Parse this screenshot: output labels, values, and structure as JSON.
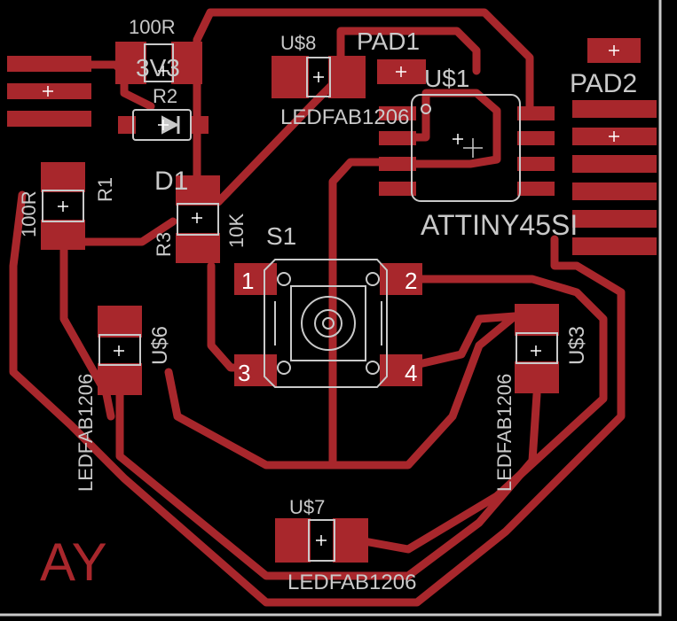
{
  "board": {
    "initials": "AY"
  },
  "components": {
    "r2": {
      "designator": "R2",
      "value": "100R",
      "package_label": "3V3"
    },
    "u8": {
      "designator": "U$8",
      "package": "LEDFAB1206"
    },
    "pad1": {
      "designator": "PAD1"
    },
    "u1": {
      "designator": "U$1",
      "package": "ATTINY45SI"
    },
    "pad2": {
      "designator": "PAD2"
    },
    "r1": {
      "designator": "R1",
      "value": "100R"
    },
    "d1": {
      "designator": "D1"
    },
    "r3": {
      "designator": "R3",
      "value": "10K"
    },
    "s1": {
      "designator": "S1",
      "pins": [
        "1",
        "2",
        "3",
        "4"
      ]
    },
    "u6": {
      "designator": "U$6",
      "package": "LEDFAB1206"
    },
    "u3": {
      "designator": "U$3",
      "package": "LEDFAB1206"
    },
    "u7": {
      "designator": "U$7",
      "package": "LEDFAB1206"
    }
  },
  "colors": {
    "background": "#000000",
    "copper": "#a8272c",
    "silkscreen": "#c9c9c9",
    "board_outline": "#c9c9c9"
  }
}
